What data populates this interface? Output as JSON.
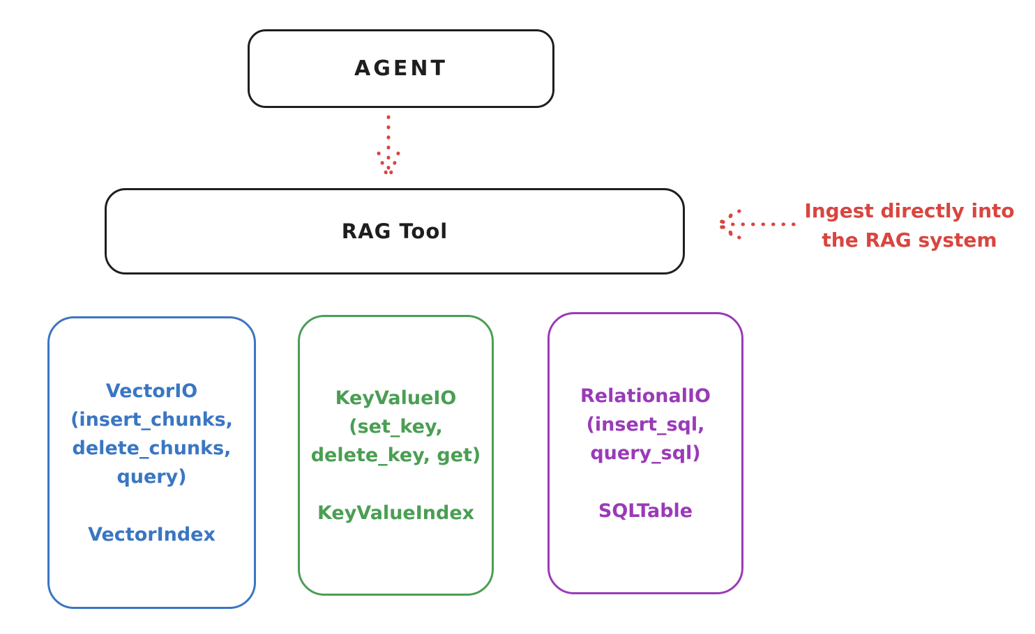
{
  "diagram": {
    "agent": {
      "label": "AGENT"
    },
    "rag_tool": {
      "label": "RAG Tool"
    },
    "annotation": {
      "text": "Ingest directly into\nthe RAG system"
    },
    "backends": [
      {
        "name": "vector-io",
        "io": "VectorIO\n(insert_chunks,\ndelete_chunks,\nquery)",
        "index": "VectorIndex",
        "color": "#3a76c2"
      },
      {
        "name": "keyvalue-io",
        "io": "KeyValueIO\n(set_key,\ndelete_key, get)",
        "index": "KeyValueIndex",
        "color": "#4a9e53"
      },
      {
        "name": "relational-io",
        "io": "RelationalIO\n(insert_sql,\nquery_sql)",
        "index": "SQLTable",
        "color": "#9a3ab8"
      }
    ],
    "colors": {
      "ink": "#1e1e1e",
      "arrow_red": "#d9453f"
    }
  }
}
